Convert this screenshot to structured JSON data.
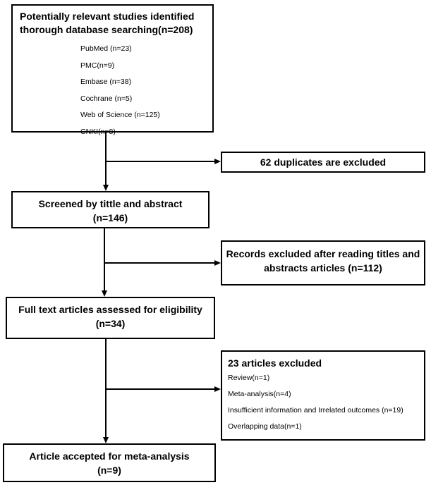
{
  "search": {
    "title_line1": "Potentially relevant studies identified",
    "title_line2": "thorough database searching(n=208)",
    "sources": [
      "PubMed (n=23)",
      "PMC(n=9)",
      "Embase (n=38)",
      "Cochrane (n=5)",
      "Web of Science (n=125)",
      "CNKI(n=8)"
    ]
  },
  "duplicates": {
    "label": "62 duplicates are excluded"
  },
  "screened": {
    "line1": "Screened by tittle and abstract",
    "line2": "(n=146)"
  },
  "excluded_abstract": {
    "line1": "Records excluded after reading titles and",
    "line2": "abstracts articles (n=112)"
  },
  "fulltext": {
    "line1": "Full text articles assessed for eligibility",
    "line2": "(n=34)"
  },
  "excluded_fulltext": {
    "heading": "23 articles excluded",
    "reasons": [
      "Review(n=1)",
      "Meta-analysis(n=4)",
      "Insufficient information and Irrelated outcomes (n=19)",
      "Overlapping data(n=1)"
    ]
  },
  "accepted": {
    "line1": "Article accepted for meta-analysis",
    "line2": "(n=9)"
  }
}
